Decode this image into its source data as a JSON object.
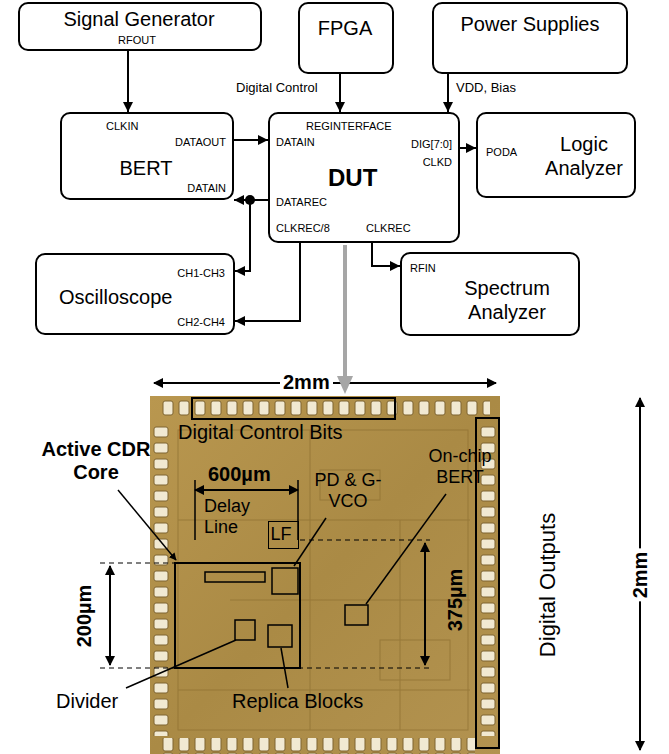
{
  "diagram": {
    "nodes": [
      {
        "text": [
          "Signal Generator",
          "RFOUT"
        ]
      },
      {
        "text": [
          "FPGA"
        ]
      },
      {
        "text": [
          "Power Supplies"
        ]
      },
      {
        "text": [
          "CLKIN",
          "DATAOUT",
          "BERT",
          "DATAIN"
        ]
      },
      {
        "text": [
          "REGINTERFACE",
          "DATAIN",
          "DUT",
          "DIG[7:0]",
          "CLKD",
          "DATAREC",
          "CLKREC/8",
          "CLKREC"
        ]
      },
      {
        "text": [
          "PODA",
          "Logic Analyzer"
        ]
      },
      {
        "text": [
          "CH1-CH3",
          "Oscilloscope",
          "CH2-CH4"
        ]
      },
      {
        "text": [
          "RFIN",
          "Spectrum Analyzer"
        ]
      },
      {
        "text": [
          "LF"
        ]
      }
    ],
    "edges": [
      {
        "from": 0,
        "to": 3,
        "arrow": "to"
      },
      {
        "from": 1,
        "to": 4,
        "label": "Digital Control",
        "arrow": "to"
      },
      {
        "from": 2,
        "to": 4,
        "label": "VDD, Bias",
        "arrow": "to"
      },
      {
        "from": 3,
        "to": 4,
        "arrow": "to"
      },
      {
        "from": 4,
        "to": 3,
        "arrow": "to"
      },
      {
        "from": 4,
        "to": 6,
        "arrow": "to"
      },
      {
        "from": 4,
        "to": 6,
        "arrow": "to"
      },
      {
        "from": 4,
        "to": 5,
        "arrow": "to"
      },
      {
        "from": 4,
        "to": 7,
        "arrow": "to"
      }
    ],
    "labels": [
      "2mm",
      "Digital Control Bits",
      "Active CDR Core",
      "600µm",
      "Delay Line",
      "PD & G-VCO",
      "On-chip BERT",
      "375µm",
      "200µm",
      "Divider",
      "Replica Blocks",
      "Digital Outputs",
      "2mm"
    ]
  }
}
